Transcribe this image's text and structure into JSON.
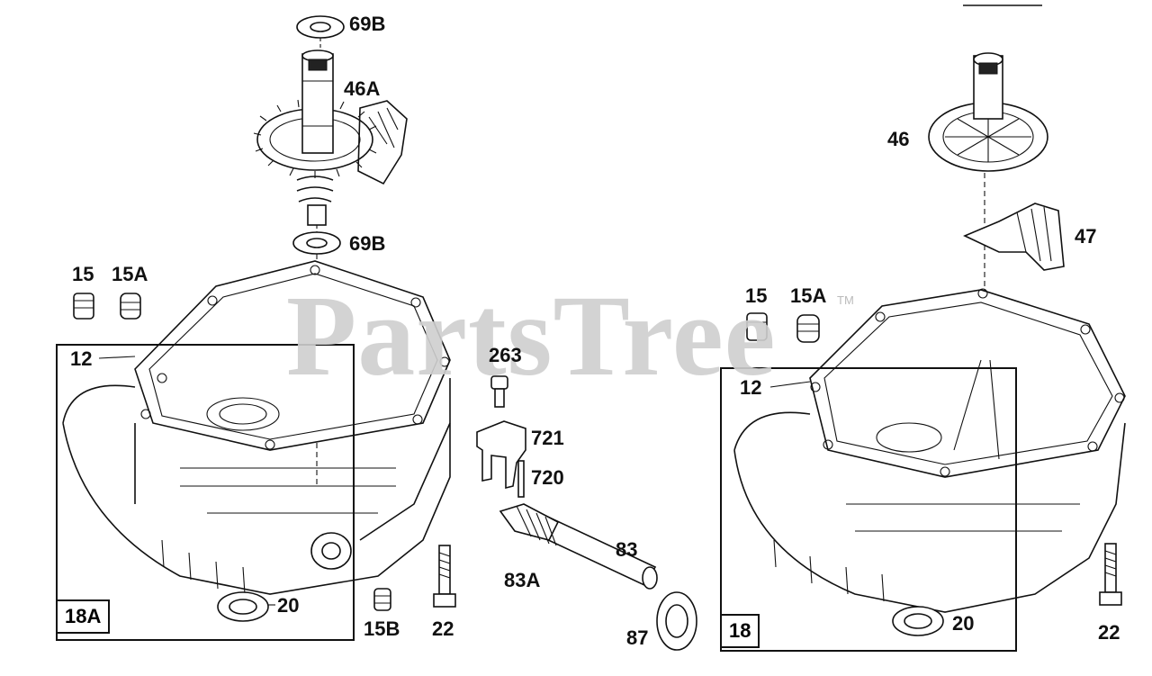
{
  "diagram": {
    "watermark": "PartsTree",
    "watermark_tm": "TM",
    "left_group": {
      "box_label": "18A",
      "callouts": [
        "69B",
        "46A",
        "69B",
        "15",
        "15A",
        "12",
        "20",
        "15B",
        "22"
      ]
    },
    "middle_group": {
      "callouts": [
        "263",
        "721",
        "720",
        "83",
        "83A",
        "87"
      ]
    },
    "right_group": {
      "box_label": "18",
      "callouts": [
        "46",
        "47",
        "15",
        "15A",
        "12",
        "20",
        "22"
      ]
    }
  }
}
